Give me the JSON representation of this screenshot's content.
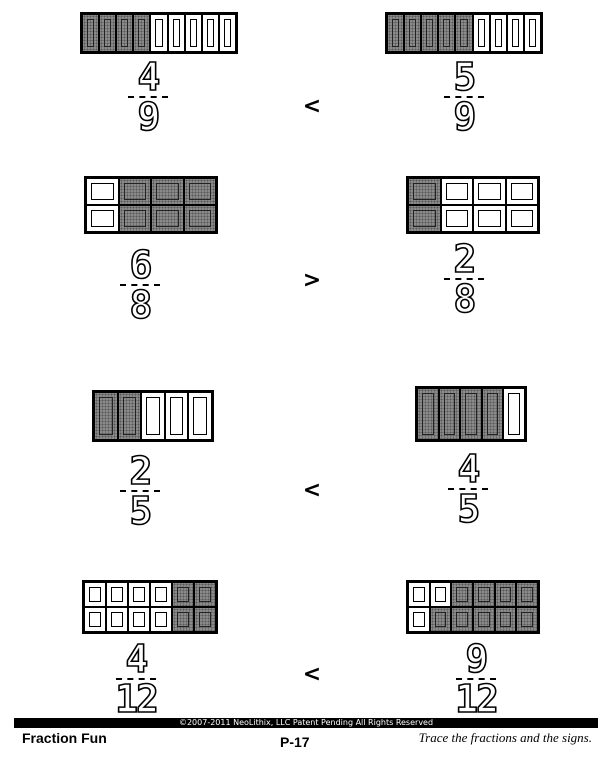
{
  "problems": [
    {
      "left": {
        "shaded": 4,
        "total": 9,
        "rows": 1,
        "num": "4",
        "den": "9"
      },
      "sign": "<",
      "right": {
        "shaded": 5,
        "total": 9,
        "rows": 1,
        "num": "5",
        "den": "9"
      }
    },
    {
      "left": {
        "shaded": 6,
        "total": 8,
        "rows": 2,
        "num": "6",
        "den": "8"
      },
      "sign": ">",
      "right": {
        "shaded": 2,
        "total": 8,
        "rows": 2,
        "num": "2",
        "den": "8"
      }
    },
    {
      "left": {
        "shaded": 2,
        "total": 5,
        "rows": 1,
        "num": "2",
        "den": "5"
      },
      "sign": "<",
      "right": {
        "shaded": 4,
        "total": 5,
        "rows": 1,
        "num": "4",
        "den": "5"
      }
    },
    {
      "left": {
        "shaded": 4,
        "total": 12,
        "rows": 2,
        "num": "4",
        "den": "12"
      },
      "sign": "<",
      "right": {
        "shaded": 9,
        "total": 12,
        "rows": 2,
        "num": "9",
        "den": "12"
      }
    }
  ],
  "footer": {
    "copyright": "©2007-2011  NeoLithix, LLC  Patent Pending  All Rights Reserved",
    "title": "Fraction Fun",
    "page": "P-17",
    "instruction": "Trace the fractions and the signs."
  }
}
